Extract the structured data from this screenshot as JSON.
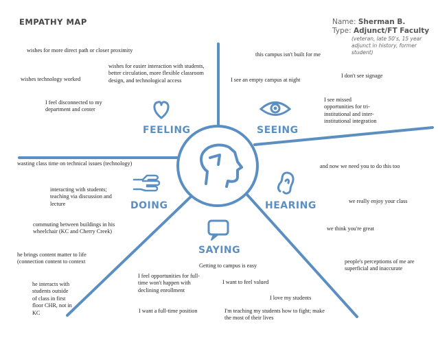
{
  "header": {
    "title": "EMPATHY MAP",
    "name_label": "Name:",
    "name_value": "Sherman B.",
    "type_label": "Type:",
    "type_value": "Adjunct/FT Faculty",
    "type_note": "(veteran, late 50's, 15 year adjunct in history, former student)"
  },
  "colors": {
    "accent": "#5b8fc2",
    "text": "#222222",
    "heading": "#444444"
  },
  "quadrants": {
    "feeling": {
      "label": "FEELING",
      "icon": "heart-icon"
    },
    "seeing": {
      "label": "SEEING",
      "icon": "eye-icon"
    },
    "doing": {
      "label": "DOING",
      "icon": "hand-icon"
    },
    "hearing": {
      "label": "HEARING",
      "icon": "ear-icon"
    },
    "saying": {
      "label": "SAYING",
      "icon": "speech-bubble-icon"
    },
    "center_icon": "head-profile-icon"
  },
  "notes": {
    "feeling": [
      "wishes for more direct path or closer proximity",
      "wishes technology worked",
      "wishes for easier interaction with students, better circulation, more flexible classroom design, and technological access",
      "I feel disconnected to my department and center"
    ],
    "seeing": [
      "this campus isn't built for me",
      "I see an empty campus at night",
      "I don't see signage",
      "I see missed opportunities for tri-institutional and inter-institutional integration"
    ],
    "doing": [
      "wasting class time on technical issues (technology)",
      "interacting with students; teaching via discussion and lecture",
      "commuting between buildings in his wheelchair (KC and Cherry Creek)",
      "he brings content matter to life (connection content to context",
      "he interacts with students outside of class in first floor CHR, not in KC"
    ],
    "hearing": [
      "and now we need you to do this too",
      "we really enjoy your class",
      "we think you're great",
      "people's perceptioms of me are superficial and inaccurate"
    ],
    "saying": [
      "Getting to campus is easy",
      "I feel opportunities for full-time won't happen with declining enrollment",
      "I want to feel valued",
      "I love my students",
      "I want a full-time position",
      "I'm teaching my students how to fight; make the most of their lives"
    ]
  }
}
